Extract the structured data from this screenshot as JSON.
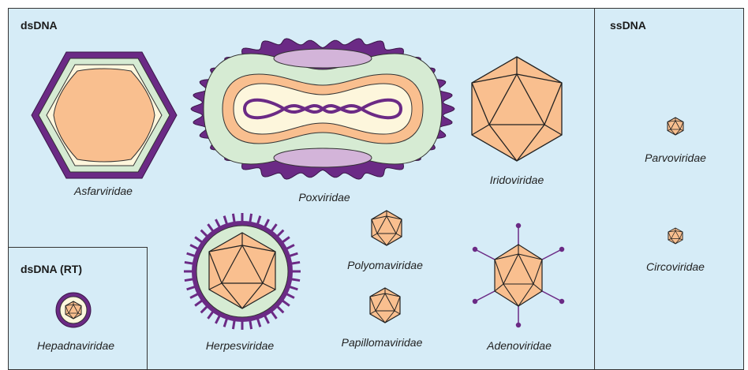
{
  "groups": {
    "dsdna": "dsDNA",
    "ssdna": "ssDNA",
    "dsdna_rt": "dsDNA (RT)"
  },
  "viruses": {
    "asfarviridae": "Asfarviridae",
    "poxviridae": "Poxviridae",
    "iridoviridae": "Iridoviridae",
    "herpesviridae": "Herpesviridae",
    "polyomaviridae": "Polyomaviridae",
    "papillomaviridae": "Papillomaviridae",
    "adenoviridae": "Adenoviridae",
    "parvoviridae": "Parvoviridae",
    "circoviridae": "Circoviridae",
    "hepadnaviridae": "Hepadnaviridae"
  },
  "colors": {
    "background": "#d6ecf7",
    "capsid": "#f9bf8f",
    "envelope_dark": "#6b2a85",
    "envelope_light": "#d6ebd3",
    "cream": "#fdf6dc",
    "lateral_body": "#d3b4d9"
  }
}
